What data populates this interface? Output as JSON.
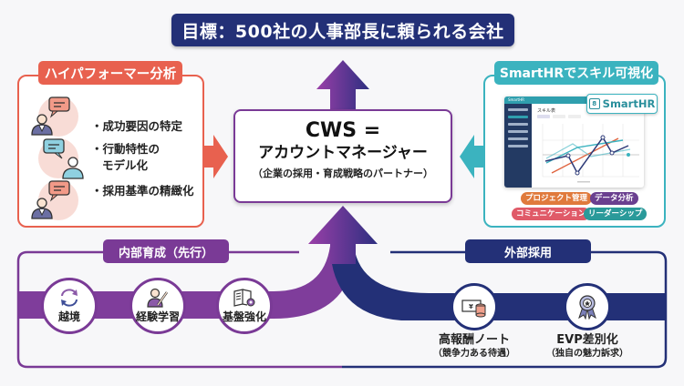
{
  "goal": {
    "text": "目標：500社の人事部長に頼られる会社"
  },
  "left_panel": {
    "title": "ハイパフォーマー分析",
    "items": [
      "・成功要因の特定",
      "・行動特性の",
      "モデル化",
      "・採用基準の精緻化"
    ],
    "icons": [
      "person-speech-red-icon",
      "person-speech-blue-icon",
      "person-speech-red-icon"
    ]
  },
  "center": {
    "title": "CWS =",
    "subtitle": "アカウントマネージャー",
    "note": "（企業の採用・育成戦略のパートナー）"
  },
  "right_panel": {
    "title": "SmartHRでスキル可視化",
    "badge": "SmartHR",
    "badge_logo": "8",
    "dashboard": {
      "app_name": "SmartHR",
      "screen_label": "スキル表"
    },
    "tags": [
      {
        "label": "プロジェクト管理",
        "color": "#e07a3c"
      },
      {
        "label": "データ分析",
        "color": "#6a3f8f"
      },
      {
        "label": "コミュニケーション",
        "color": "#e05a68"
      },
      {
        "label": "リーダーシップ",
        "color": "#2a9a9a"
      }
    ]
  },
  "internal": {
    "title": "内部育成（先行）",
    "items": [
      {
        "label": "越境",
        "icon": "cycle-arrows-icon"
      },
      {
        "label": "経験学習",
        "icon": "person-pen-icon"
      },
      {
        "label": "基盤強化",
        "icon": "book-gear-icon"
      }
    ]
  },
  "external": {
    "title": "外部採用",
    "items": [
      {
        "label": "高報酬ノート",
        "sub": "（競争力ある待遇）",
        "icon": "money-coins-icon"
      },
      {
        "label": "EVP差別化",
        "sub": "（独自の魅力訴求）",
        "icon": "award-ribbon-icon"
      }
    ]
  },
  "colors": {
    "navy": "#233077",
    "purple": "#7a3a96",
    "coral": "#e8614f",
    "teal": "#3bb3bf"
  }
}
